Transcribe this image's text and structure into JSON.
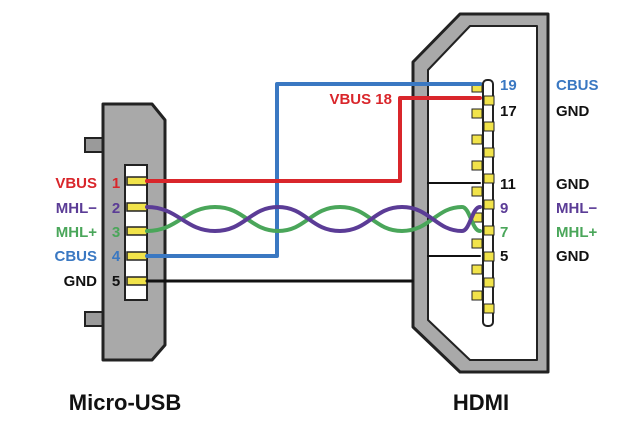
{
  "titles": {
    "left": "Micro-USB",
    "right": "HDMI"
  },
  "colors": {
    "red": "#d9262b",
    "blue": "#3a78c2",
    "purple": "#5b3c96",
    "green": "#4aa65a",
    "black": "#111111",
    "connector_grey": "#a9a9a9",
    "pin_yellow": "#f1e34a"
  },
  "micro_usb": {
    "signals": [
      "VBUS",
      "MHL−",
      "MHL+",
      "CBUS",
      "GND"
    ],
    "pins": [
      "1",
      "2",
      "3",
      "4",
      "5"
    ]
  },
  "hdmi": {
    "top_label": "VBUS 18",
    "pins": [
      "19",
      "17",
      "11",
      "9",
      "7",
      "5"
    ],
    "signals": [
      "CBUS",
      "GND",
      "GND",
      "MHL−",
      "MHL+",
      "GND"
    ]
  }
}
